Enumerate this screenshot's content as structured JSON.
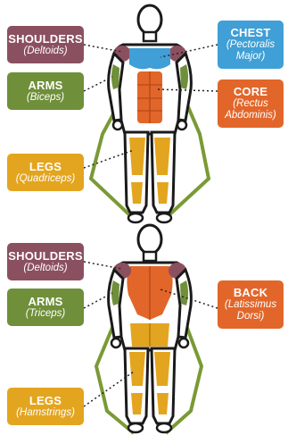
{
  "colors": {
    "shoulders": "#8b5060",
    "arms": "#6f8f3a",
    "chest": "#3f9fd6",
    "core": "#e2662a",
    "back": "#e2662a",
    "legs": "#e3a51f",
    "band": "#7a9a35",
    "outline": "#1a1a1a"
  },
  "front": {
    "labels": [
      {
        "key": "shoulders",
        "title": "SHOULDERS",
        "subtitle": "(Deltoids)"
      },
      {
        "key": "arms",
        "title": "ARMS",
        "subtitle": "(Biceps)"
      },
      {
        "key": "legs",
        "title": "LEGS",
        "subtitle": "(Quadriceps)"
      },
      {
        "key": "chest",
        "title": "CHEST",
        "subtitle": "(Pectoralis Major)"
      },
      {
        "key": "core",
        "title": "CORE",
        "subtitle": "(Rectus Abdominis)"
      }
    ]
  },
  "back": {
    "labels": [
      {
        "key": "shoulders",
        "title": "SHOULDERS",
        "subtitle": "(Deltoids)"
      },
      {
        "key": "arms",
        "title": "ARMS",
        "subtitle": "(Triceps)"
      },
      {
        "key": "legs",
        "title": "LEGS",
        "subtitle": "(Hamstrings)"
      },
      {
        "key": "back",
        "title": "BACK",
        "subtitle": "(Latissimus Dorsi)"
      }
    ]
  }
}
